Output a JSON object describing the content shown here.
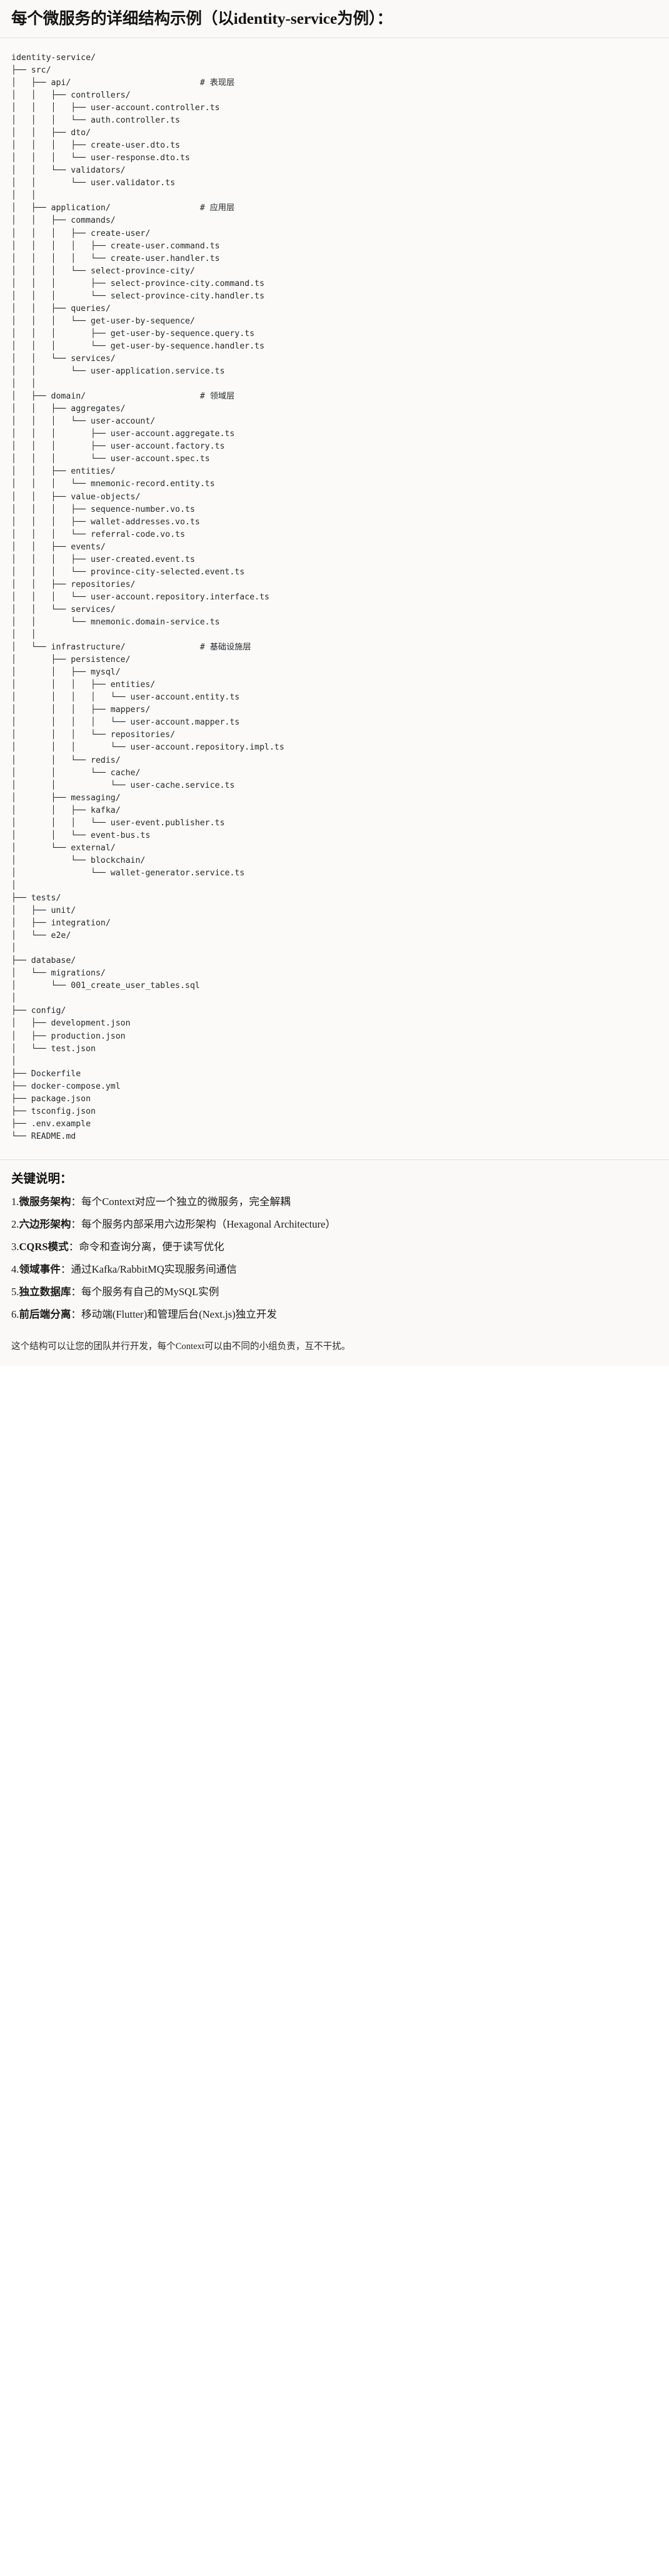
{
  "heading": {
    "title": "每个微服务的详细结构示例（以identity-service为例）："
  },
  "tree": {
    "lines": [
      "identity-service/",
      "├── src/",
      "│   ├── api/                          # 表现层",
      "│   │   ├── controllers/",
      "│   │   │   ├── user-account.controller.ts",
      "│   │   │   └── auth.controller.ts",
      "│   │   ├── dto/",
      "│   │   │   ├── create-user.dto.ts",
      "│   │   │   └── user-response.dto.ts",
      "│   │   └── validators/",
      "│   │       └── user.validator.ts",
      "│   │",
      "│   ├── application/                  # 应用层",
      "│   │   ├── commands/",
      "│   │   │   ├── create-user/",
      "│   │   │   │   ├── create-user.command.ts",
      "│   │   │   │   └── create-user.handler.ts",
      "│   │   │   └── select-province-city/",
      "│   │   │       ├── select-province-city.command.ts",
      "│   │   │       └── select-province-city.handler.ts",
      "│   │   ├── queries/",
      "│   │   │   └── get-user-by-sequence/",
      "│   │   │       ├── get-user-by-sequence.query.ts",
      "│   │   │       └── get-user-by-sequence.handler.ts",
      "│   │   └── services/",
      "│   │       └── user-application.service.ts",
      "│   │",
      "│   ├── domain/                       # 领域层",
      "│   │   ├── aggregates/",
      "│   │   │   └── user-account/",
      "│   │   │       ├── user-account.aggregate.ts",
      "│   │   │       ├── user-account.factory.ts",
      "│   │   │       └── user-account.spec.ts",
      "│   │   ├── entities/",
      "│   │   │   └── mnemonic-record.entity.ts",
      "│   │   ├── value-objects/",
      "│   │   │   ├── sequence-number.vo.ts",
      "│   │   │   ├── wallet-addresses.vo.ts",
      "│   │   │   └── referral-code.vo.ts",
      "│   │   ├── events/",
      "│   │   │   ├── user-created.event.ts",
      "│   │   │   └── province-city-selected.event.ts",
      "│   │   ├── repositories/",
      "│   │   │   └── user-account.repository.interface.ts",
      "│   │   └── services/",
      "│   │       └── mnemonic.domain-service.ts",
      "│   │",
      "│   └── infrastructure/               # 基础设施层",
      "│       ├── persistence/",
      "│       │   ├── mysql/",
      "│       │   │   ├── entities/",
      "│       │   │   │   └── user-account.entity.ts",
      "│       │   │   ├── mappers/",
      "│       │   │   │   └── user-account.mapper.ts",
      "│       │   │   └── repositories/",
      "│       │   │       └── user-account.repository.impl.ts",
      "│       │   └── redis/",
      "│       │       └── cache/",
      "│       │           └── user-cache.service.ts",
      "│       ├── messaging/",
      "│       │   ├── kafka/",
      "│       │   │   └── user-event.publisher.ts",
      "│       │   └── event-bus.ts",
      "│       └── external/",
      "│           └── blockchain/",
      "│               └── wallet-generator.service.ts",
      "│",
      "├── tests/",
      "│   ├── unit/",
      "│   ├── integration/",
      "│   └── e2e/",
      "│",
      "├── database/",
      "│   └── migrations/",
      "│       └── 001_create_user_tables.sql",
      "│",
      "├── config/",
      "│   ├── development.json",
      "│   ├── production.json",
      "│   └── test.json",
      "│",
      "├── Dockerfile",
      "├── docker-compose.yml",
      "├── package.json",
      "├── tsconfig.json",
      "├── .env.example",
      "└── README.md"
    ]
  },
  "notes": {
    "title": "关键说明：",
    "items": [
      {
        "num": "1.",
        "strong": "微服务架构",
        "rest": "：每个Context对应一个独立的微服务，完全解耦"
      },
      {
        "num": "2.",
        "strong": "六边形架构",
        "rest": "：每个服务内部采用六边形架构（Hexagonal Architecture）"
      },
      {
        "num": "3.",
        "strong": "CQRS模式",
        "rest": "：命令和查询分离，便于读写优化"
      },
      {
        "num": "4.",
        "strong": "领域事件",
        "rest": "：通过Kafka/RabbitMQ实现服务间通信"
      },
      {
        "num": "5.",
        "strong": "独立数据库",
        "rest": "：每个服务有自己的MySQL实例"
      },
      {
        "num": "6.",
        "strong": "前后端分离",
        "rest": "：移动端(Flutter)和管理后台(Next.js)独立开发"
      }
    ]
  },
  "footer": {
    "text": "这个结构可以让您的团队并行开发，每个Context可以由不同的小组负责，互不干扰。"
  }
}
